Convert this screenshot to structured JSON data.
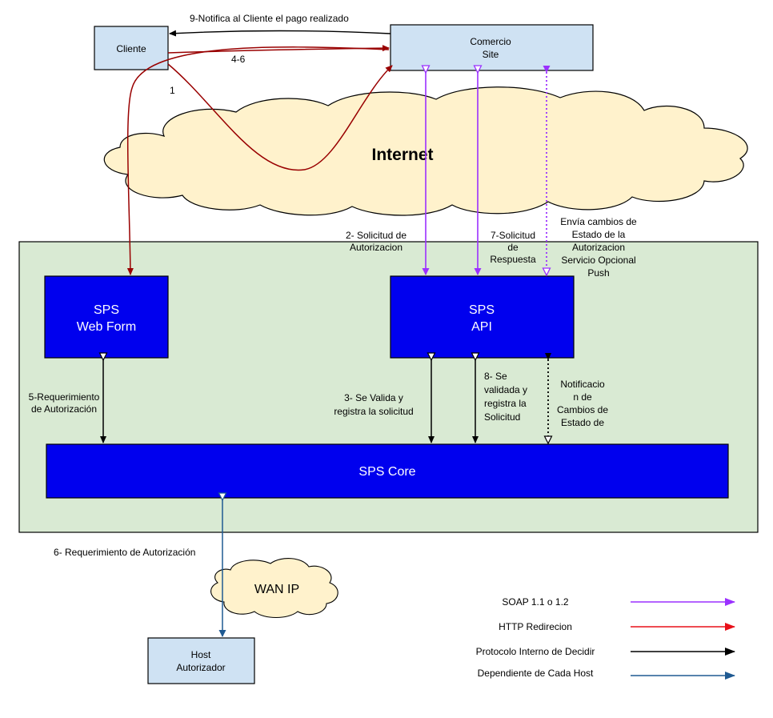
{
  "nodes": {
    "cliente": "Cliente",
    "comercio": [
      "Comercio",
      "Site"
    ],
    "internet": "Internet",
    "web_form": [
      "SPS",
      "Web Form"
    ],
    "api": [
      "SPS",
      "API"
    ],
    "core": "SPS Core",
    "wan": "WAN IP",
    "host": [
      "Host",
      "Autorizador"
    ]
  },
  "labels": {
    "notifica": "9-Notifica al Cliente el pago realizado",
    "step_4_6": "4-6",
    "step_1": "1",
    "solicitud_aut": [
      "2- Solicitud de",
      "Autorizacion"
    ],
    "solicitud_resp": [
      "7-Solicitud",
      "de",
      "Respuesta"
    ],
    "envia_cambios": [
      "Envía cambios de",
      "Estado de la",
      "Autorizacion",
      "Servicio Opcional",
      "Push"
    ],
    "req_aut_5": [
      "5-Requerimiento",
      "de Autorización"
    ],
    "se_valida": [
      "3- Se Valida y",
      "registra la solicitud"
    ],
    "validada": [
      "8- Se",
      "validada y",
      "registra la",
      "Solicitud"
    ],
    "notificacion": [
      "Notificacio",
      "n de",
      "Cambios de",
      "Estado de"
    ],
    "req_aut_6": "6- Requerimiento de Autorización"
  },
  "legend": [
    {
      "label": "SOAP 1.1 o 1.2",
      "color": "#9b30ff"
    },
    {
      "label": "HTTP Redirecion",
      "color": "#e8101a"
    },
    {
      "label": "Protocolo Interno de Decidir",
      "color": "#000000"
    },
    {
      "label": "Dependiente de Cada Host",
      "color": "#1f5a92"
    }
  ],
  "colors": {
    "node_light": "#cfe2f3",
    "node_dark": "#0000ee",
    "zone": "#d9ead3",
    "cloud": "#fff2cc",
    "purple": "#9b30ff",
    "darkred": "#990000",
    "blue": "#1f5a92"
  }
}
